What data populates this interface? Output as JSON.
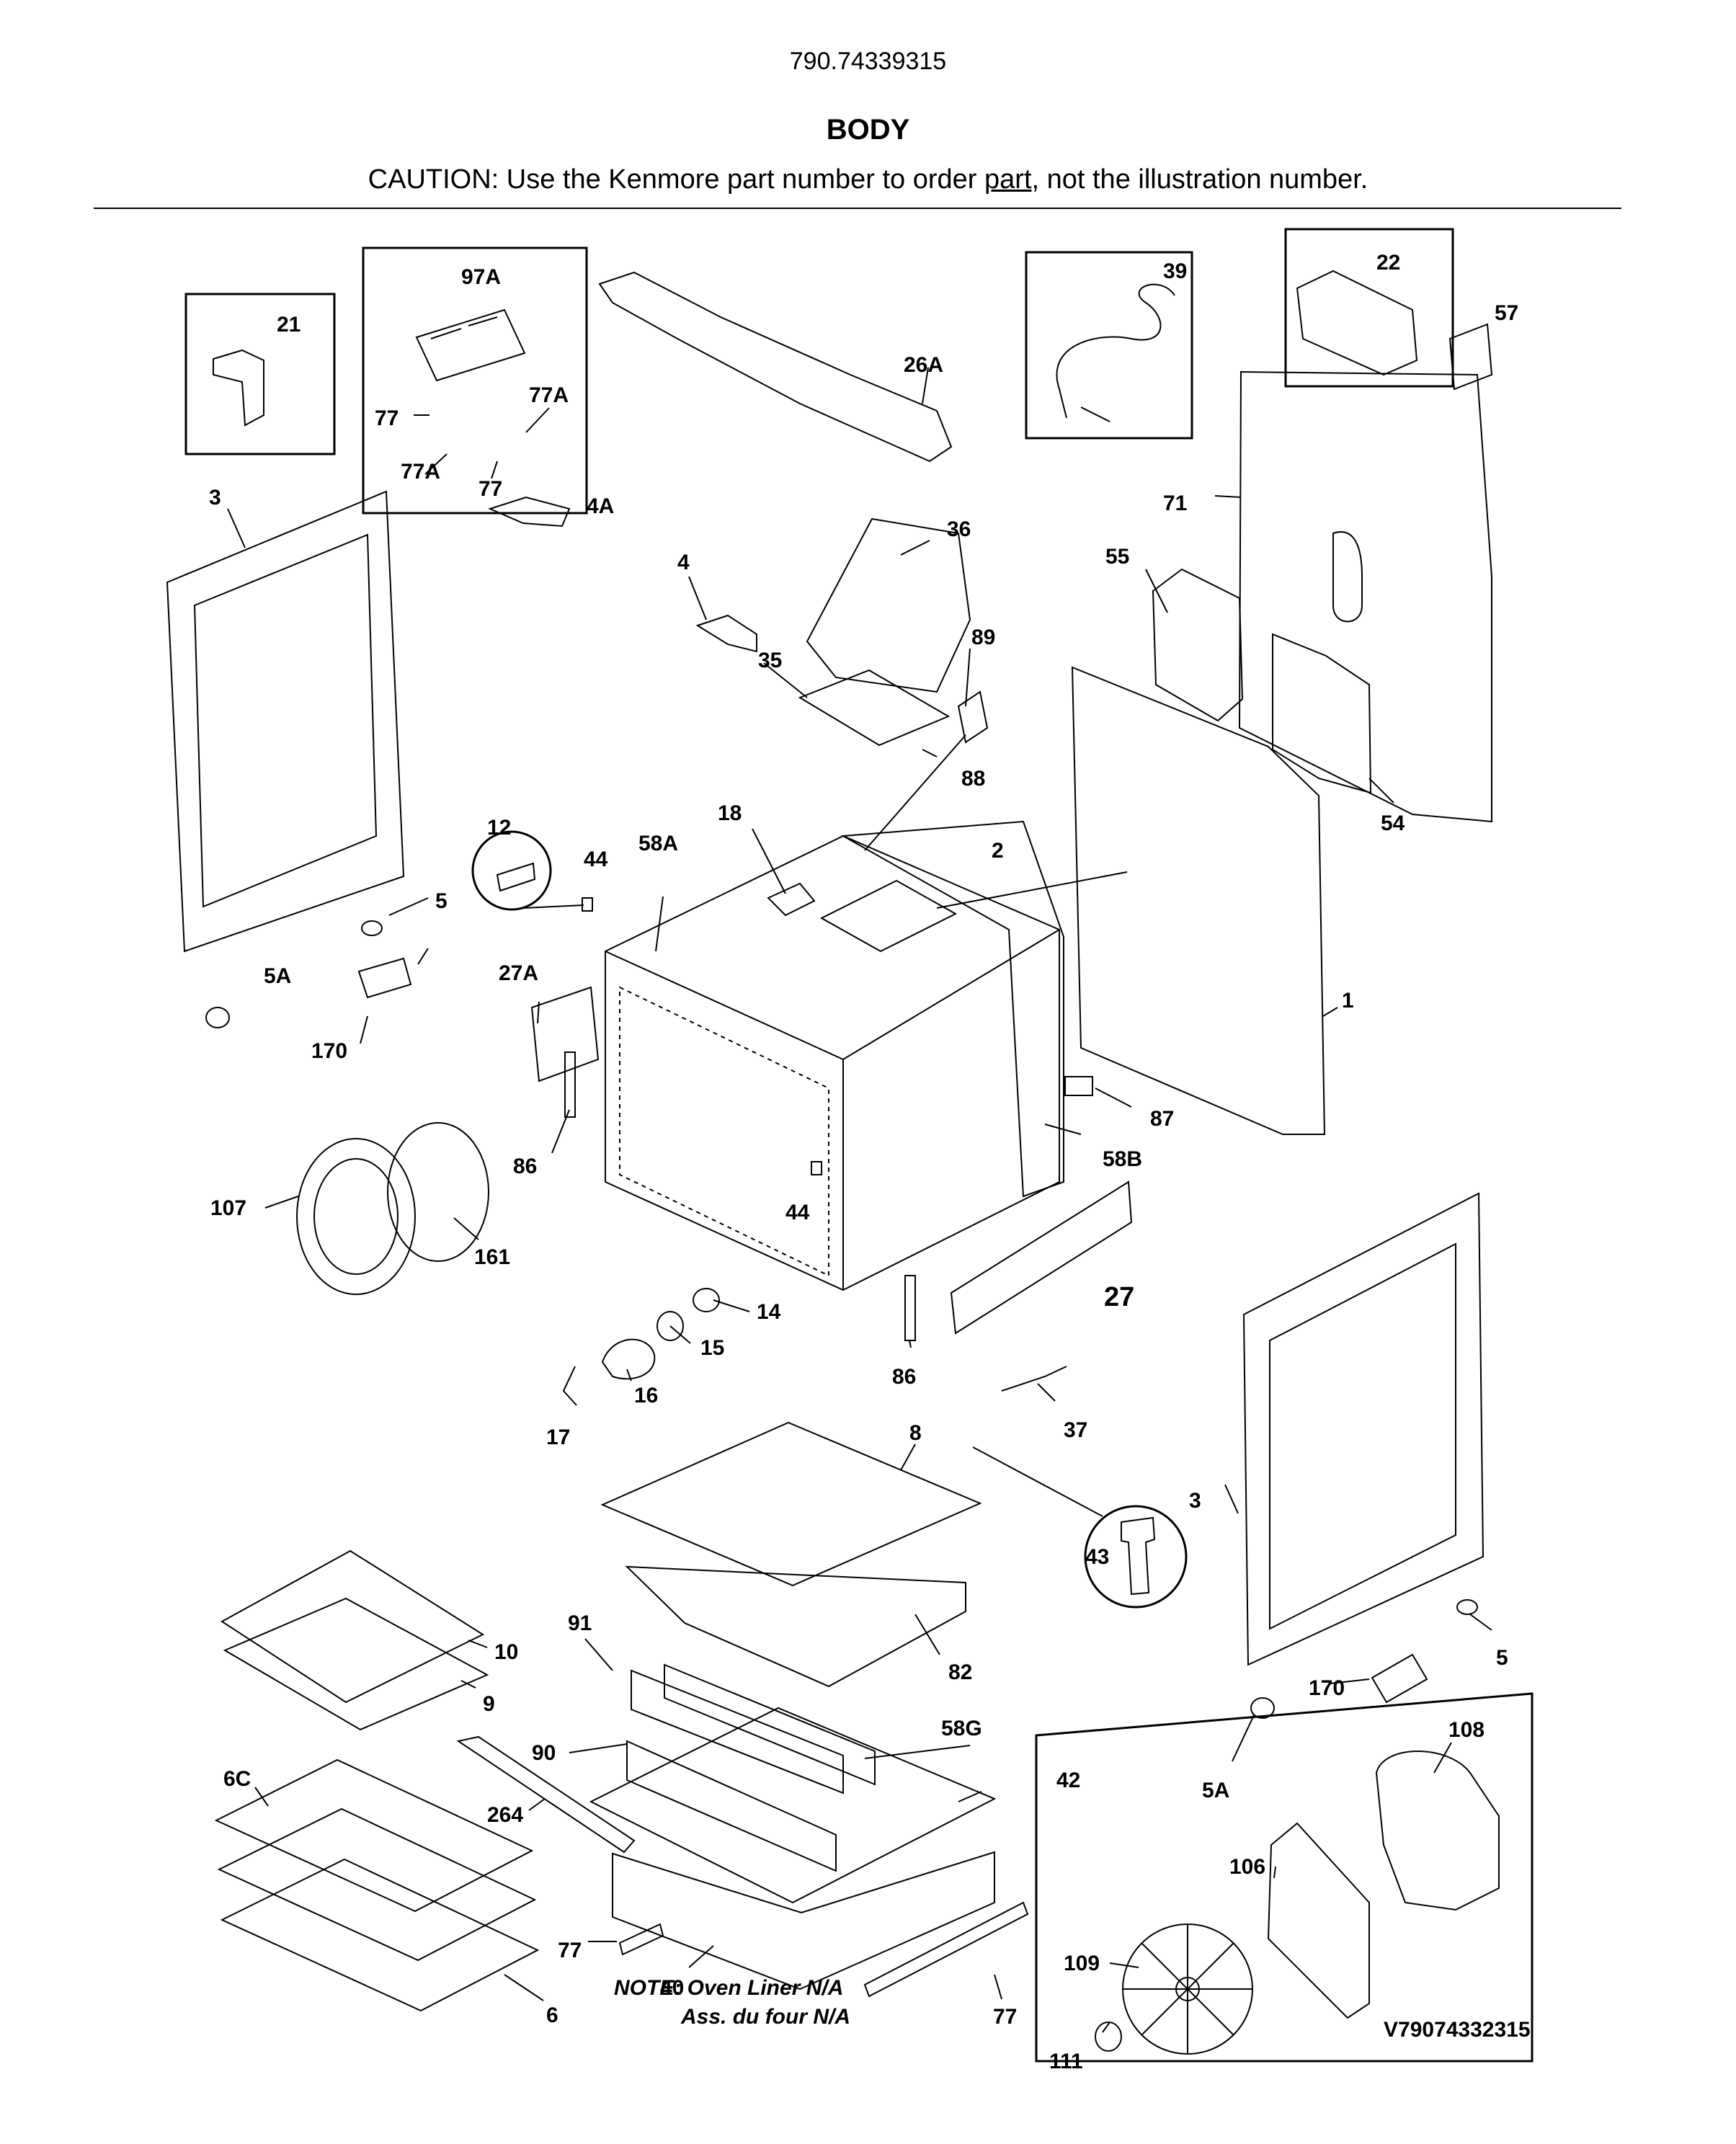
{
  "header": {
    "model_number": "790.74339315",
    "section_title": "BODY",
    "caution_prefix": "CAUTION: Use the Kenmore part number to order ",
    "caution_link": "part",
    "caution_suffix": ", not the illustration number."
  },
  "labels": {
    "p1": "1",
    "p2": "2",
    "p3": "3",
    "p4": "4",
    "p4A": "4A",
    "p5": "5",
    "p5A": "5A",
    "p6": "6",
    "p6C": "6C",
    "p8": "8",
    "p9": "9",
    "p10": "10",
    "p12": "12",
    "p14": "14",
    "p15": "15",
    "p16": "16",
    "p17": "17",
    "p18": "18",
    "p21": "21",
    "p22": "22",
    "p26A": "26A",
    "p27": "27",
    "p27A": "27A",
    "p35": "35",
    "p36": "36",
    "p37": "37",
    "p39": "39",
    "p40": "40",
    "p42": "42",
    "p43": "43",
    "p44": "44",
    "p54": "54",
    "p55": "55",
    "p57": "57",
    "p58A": "58A",
    "p58B": "58B",
    "p58G": "58G",
    "p71": "71",
    "p77": "77",
    "p77A": "77A",
    "p82": "82",
    "p86": "86",
    "p87": "87",
    "p88": "88",
    "p89": "89",
    "p90": "90",
    "p91": "91",
    "p97A": "97A",
    "p106": "106",
    "p107": "107",
    "p108": "108",
    "p109": "109",
    "p111": "111",
    "p161": "161",
    "p170": "170",
    "p264": "264"
  },
  "notes": {
    "line1": "NOTE: Oven Liner N/A",
    "line2": "Ass. du four N/A"
  },
  "diagram_code": "V79074332315"
}
